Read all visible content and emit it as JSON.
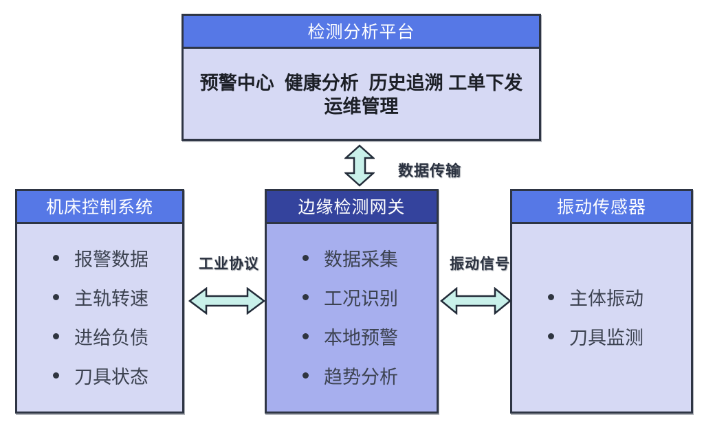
{
  "diagram": {
    "top_box": {
      "title": "检测分析平台",
      "features_line1": "预警中心  健康分析  历史追溯 工单下发",
      "features_line2": "运维管理"
    },
    "boxes": [
      {
        "id": "machine-control-system",
        "title": "机床控制系统",
        "items": [
          "报警数据",
          "主轨转速",
          "进给负债",
          "刀具状态"
        ]
      },
      {
        "id": "edge-detection-gateway",
        "title": "边缘检测网关",
        "items": [
          "数据采集",
          "工况识别",
          "本地预警",
          "趋势分析"
        ]
      },
      {
        "id": "vibration-sensor",
        "title": "振动传感器",
        "items": [
          "主体振动",
          "刀具监测"
        ]
      }
    ],
    "connections": {
      "data_transfer": "数据传输",
      "industrial_protocol": "工业协议",
      "vibration_signal": "振动信号"
    },
    "colors": {
      "header_blue": "#5678e6",
      "gateway_header_blue": "#34439d",
      "panel_light": "#d6d9f4",
      "panel_medium": "#a7afee",
      "border_dark": "#2e3544",
      "arrow_fill": "#c9f1ea",
      "arrow_stroke": "#222b38",
      "item_text": "#3c4250",
      "feature_text": "#1c1f26",
      "label_text": "#2b3240"
    }
  }
}
